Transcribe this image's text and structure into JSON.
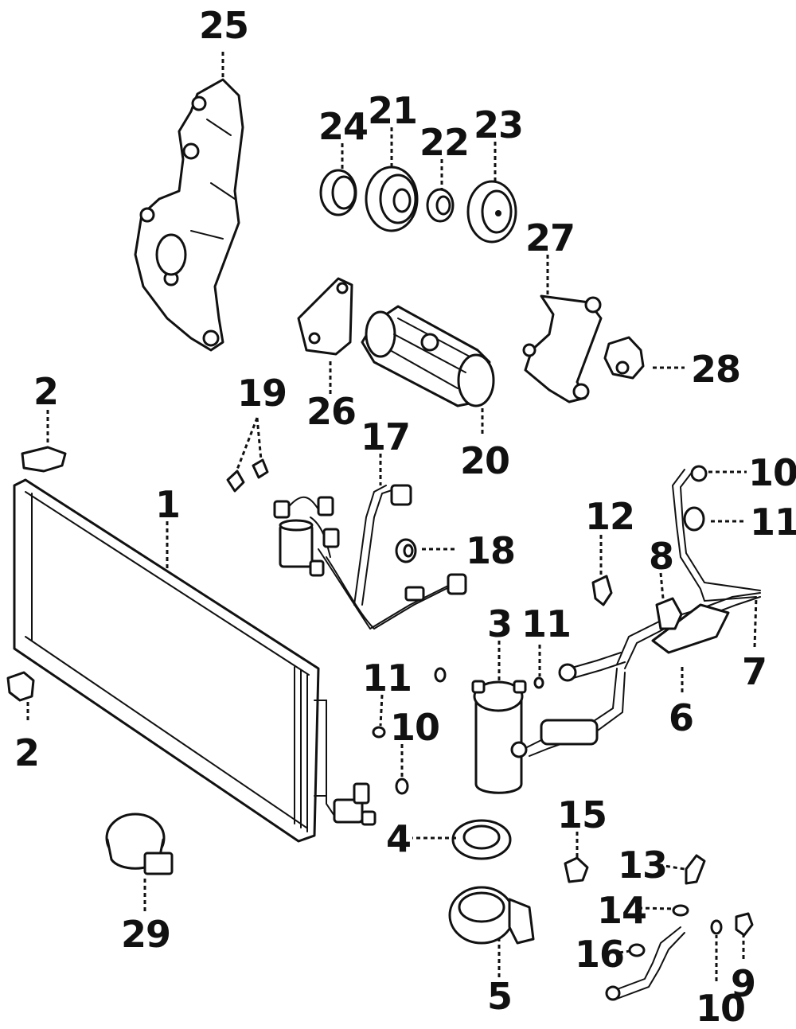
{
  "diagram": {
    "callouts": [
      {
        "id": "c1",
        "label": "1"
      },
      {
        "id": "c2a",
        "label": "2"
      },
      {
        "id": "c2b",
        "label": "2"
      },
      {
        "id": "c3",
        "label": "3"
      },
      {
        "id": "c4",
        "label": "4"
      },
      {
        "id": "c5",
        "label": "5"
      },
      {
        "id": "c6",
        "label": "6"
      },
      {
        "id": "c7",
        "label": "7"
      },
      {
        "id": "c8",
        "label": "8"
      },
      {
        "id": "c9",
        "label": "9"
      },
      {
        "id": "c10a",
        "label": "10"
      },
      {
        "id": "c10b",
        "label": "10"
      },
      {
        "id": "c10c",
        "label": "10"
      },
      {
        "id": "c11a",
        "label": "11"
      },
      {
        "id": "c11b",
        "label": "11"
      },
      {
        "id": "c11c",
        "label": "11"
      },
      {
        "id": "c12",
        "label": "12"
      },
      {
        "id": "c13",
        "label": "13"
      },
      {
        "id": "c14",
        "label": "14"
      },
      {
        "id": "c15",
        "label": "15"
      },
      {
        "id": "c16",
        "label": "16"
      },
      {
        "id": "c17",
        "label": "17"
      },
      {
        "id": "c18",
        "label": "18"
      },
      {
        "id": "c19",
        "label": "19"
      },
      {
        "id": "c20",
        "label": "20"
      },
      {
        "id": "c21",
        "label": "21"
      },
      {
        "id": "c22",
        "label": "22"
      },
      {
        "id": "c23",
        "label": "23"
      },
      {
        "id": "c24",
        "label": "24"
      },
      {
        "id": "c25",
        "label": "25"
      },
      {
        "id": "c26",
        "label": "26"
      },
      {
        "id": "c27",
        "label": "27"
      },
      {
        "id": "c28",
        "label": "28"
      },
      {
        "id": "c29",
        "label": "29"
      }
    ]
  }
}
